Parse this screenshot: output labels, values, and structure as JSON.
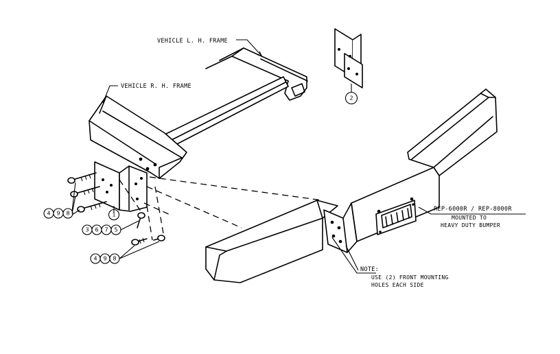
{
  "labels": {
    "frame_lh": "VEHICLE L. H. FRAME",
    "frame_rh": "VEHICLE R. H. FRAME",
    "model_line": "REP-6000R / REP-8000R",
    "mounted_line1": "MOUNTED TO",
    "mounted_line2": "HEAVY DUTY BUMPER",
    "note_title": "NOTE:",
    "note_line1": "USE (2) FRONT MOUNTING",
    "note_line2": "HOLES EACH SIDE"
  },
  "callouts": {
    "bracket_top": "2",
    "bracket_main": "1",
    "group_a": [
      "4",
      "9",
      "8"
    ],
    "group_b": [
      "3",
      "6",
      "7",
      "5"
    ],
    "group_c": [
      "4",
      "9",
      "8"
    ]
  }
}
